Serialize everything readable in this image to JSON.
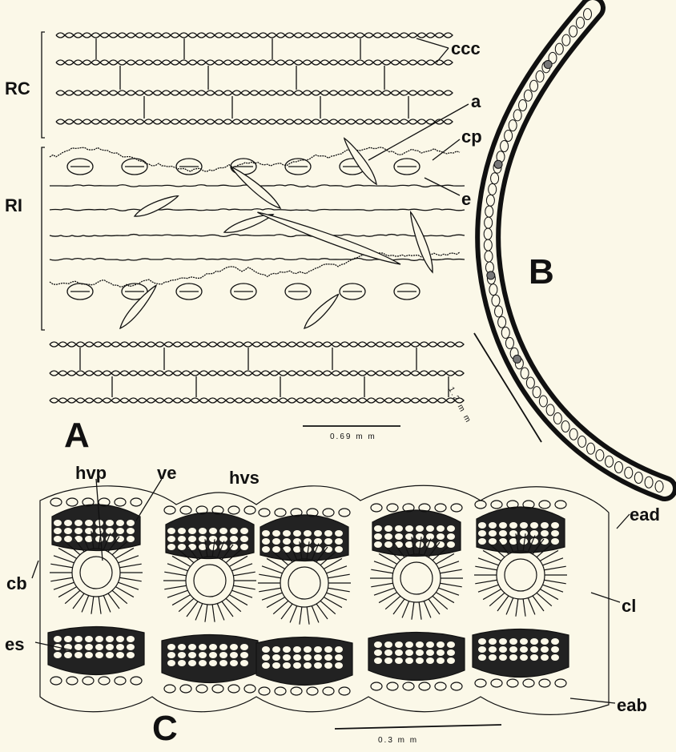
{
  "panels": {
    "a": "A",
    "b": "B",
    "c": "C"
  },
  "labels_a": {
    "ccc": "ccc",
    "rc": "RC",
    "a": "a",
    "cp": "cp",
    "e": "e",
    "ri": "RI"
  },
  "labels_c": {
    "hvp": "hvp",
    "ve": "ve",
    "hvs": "hvs",
    "ead": "ead",
    "cb": "cb",
    "cl": "cl",
    "es": "es",
    "eab": "eab"
  },
  "scales": {
    "a": "0.69 m m",
    "b": "1.2 m m",
    "c": "0.3 m m"
  },
  "colors": {
    "ink": "#111111",
    "paper": "#fbf8e8"
  }
}
